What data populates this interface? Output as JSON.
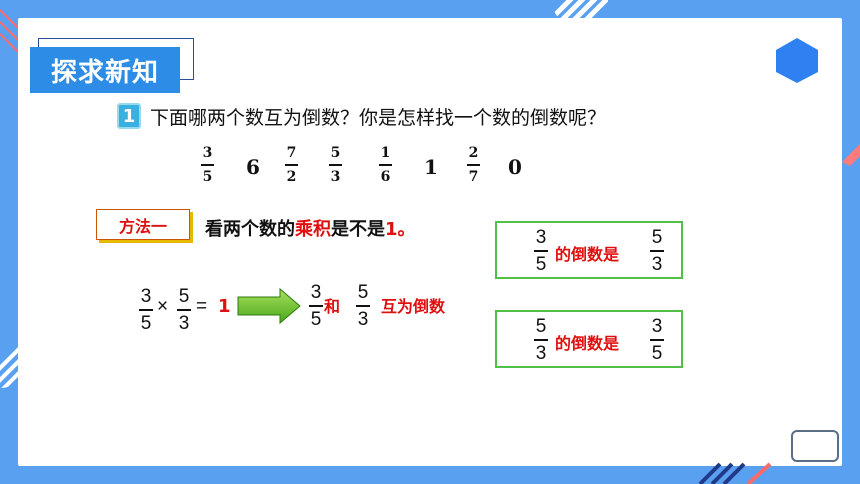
{
  "header": {
    "title": "探求新知"
  },
  "question": {
    "number": "1",
    "text": "下面哪两个数互为倒数？你是怎样找一个数的倒数呢？"
  },
  "numbers": {
    "f1": {
      "num": "3",
      "den": "5"
    },
    "n6": "6",
    "f2": {
      "num": "7",
      "den": "2"
    },
    "f3": {
      "num": "5",
      "den": "3"
    },
    "f4": {
      "num": "1",
      "den": "6"
    },
    "n1": "1",
    "f5": {
      "num": "2",
      "den": "7"
    },
    "n0": "0"
  },
  "method": {
    "label": "方法一",
    "text_prefix": "看两个数的",
    "text_highlight": "乘积",
    "text_middle": "是不是",
    "text_highlight2": "1。"
  },
  "equation": {
    "a": {
      "num": "3",
      "den": "5"
    },
    "times": "×",
    "b": {
      "num": "5",
      "den": "3"
    },
    "equals": "=",
    "result": "1",
    "c": {
      "num": "3",
      "den": "5"
    },
    "and": "和",
    "d": {
      "num": "5",
      "den": "3"
    },
    "conclusion": "互为倒数"
  },
  "boxes": [
    {
      "left": {
        "num": "3",
        "den": "5"
      },
      "text": "的倒数是",
      "right": {
        "num": "5",
        "den": "3"
      }
    },
    {
      "left": {
        "num": "5",
        "den": "3"
      },
      "text": "的倒数是",
      "right": {
        "num": "3",
        "den": "5"
      }
    }
  ],
  "colors": {
    "background": "#5aa0f0",
    "tab": "#2c8ce6",
    "accent_red": "#e01010",
    "box_green": "#50c048"
  }
}
